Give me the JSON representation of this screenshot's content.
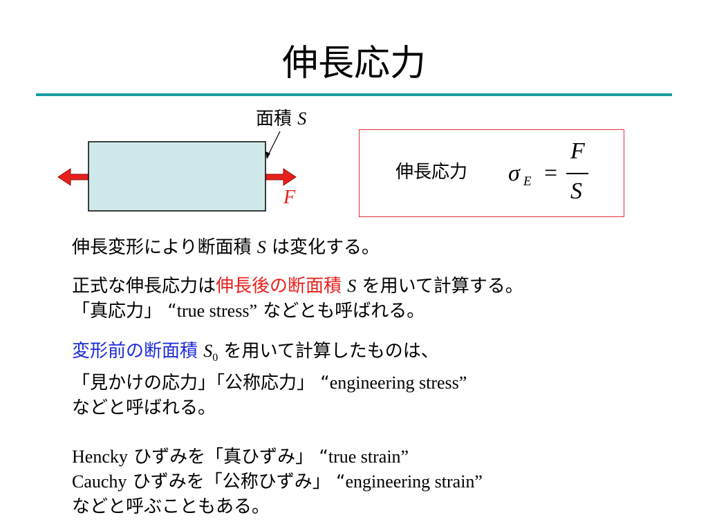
{
  "title": "伸長応力",
  "diagram": {
    "area_text": "面積",
    "area_symbol": "S",
    "force_symbol": "F"
  },
  "formula": {
    "label": "伸長応力",
    "sigma": "σ",
    "sigma_sub": "E",
    "equals": "=",
    "numerator": "F",
    "denominator": "S"
  },
  "p1": {
    "a": "伸長変形により断面積",
    "s": "S",
    "b": "は変化する。"
  },
  "p2": {
    "a": "正式な伸長応力は",
    "red": "伸長後の断面積",
    "s": "S",
    "b": "を用いて計算する。",
    "c": "「真応力」 “",
    "d": "true stress”",
    "e": "などとも呼ばれる。"
  },
  "p3": {
    "blue": "変形前の断面積",
    "s": "S",
    "sub": "0",
    "a": "を用いて計算したものは、",
    "b": "「見かけの応力」「公称応力」 “",
    "c": "engineering stress”",
    "d": "などと呼ばれる。"
  },
  "p4": {
    "a": "Hencky",
    "b": "ひずみを「真ひずみ」 “",
    "c": "true strain”",
    "d": "Cauchy",
    "e": "ひずみを「公称ひずみ」 “",
    "f": "engineering strain”",
    "g": "などと呼ぶこともある。"
  },
  "colors": {
    "rule": "#1a9aa0",
    "specimen_fill": "#cfe9ea",
    "arrow": "#e8201c",
    "box_border": "#e0303a",
    "red_text": "#e8201c",
    "blue_text": "#1b2bd8"
  }
}
